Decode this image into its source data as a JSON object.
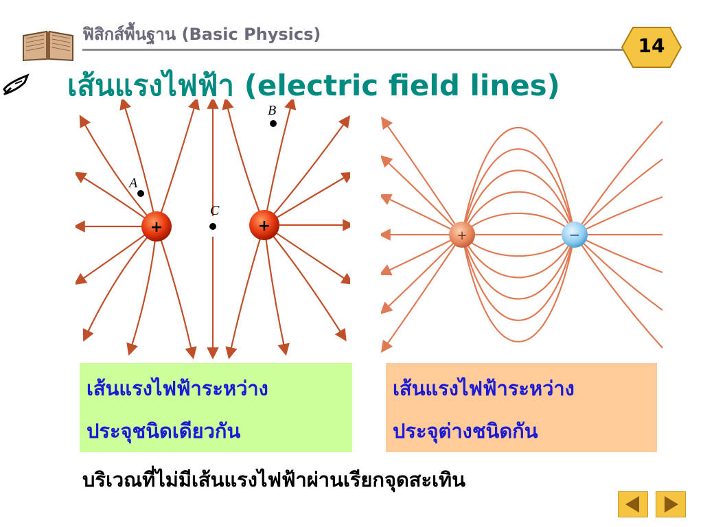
{
  "header": {
    "title": "ฟิสิกส์พื้นฐาน (Basic Physics)",
    "page_number": "14"
  },
  "slide": {
    "title": "เส้นแรงไฟฟ้า (electric field lines)"
  },
  "diagram_left": {
    "point_labels": [
      "A",
      "B",
      "C"
    ],
    "charge_signs": [
      "+",
      "+"
    ]
  },
  "diagram_right": {
    "charge_signs": [
      "+",
      "−"
    ]
  },
  "captions": {
    "left_line1": "เส้นแรงไฟฟ้าระหว่าง",
    "left_line2": "ประจุชนิดเดียวกัน",
    "right_line1": "เส้นแรงไฟฟ้าระหว่าง",
    "right_line2": "ประจุต่างชนิดกัน"
  },
  "note": "บริเวณที่ไม่มีเส้นแรงไฟฟ้าผ่านเรียกจุดสะเทิน",
  "nav": {
    "prev_icon": "left-triangle-icon",
    "next_icon": "right-triangle-icon"
  },
  "colors": {
    "title": "#008a80",
    "caption_text": "#1a1ad8",
    "caption_left_bg": "#ccff99",
    "caption_right_bg": "#ffcc99",
    "field_line_left": "#c0502a",
    "field_line_right": "#e07a55",
    "badge": "#f5c542"
  }
}
